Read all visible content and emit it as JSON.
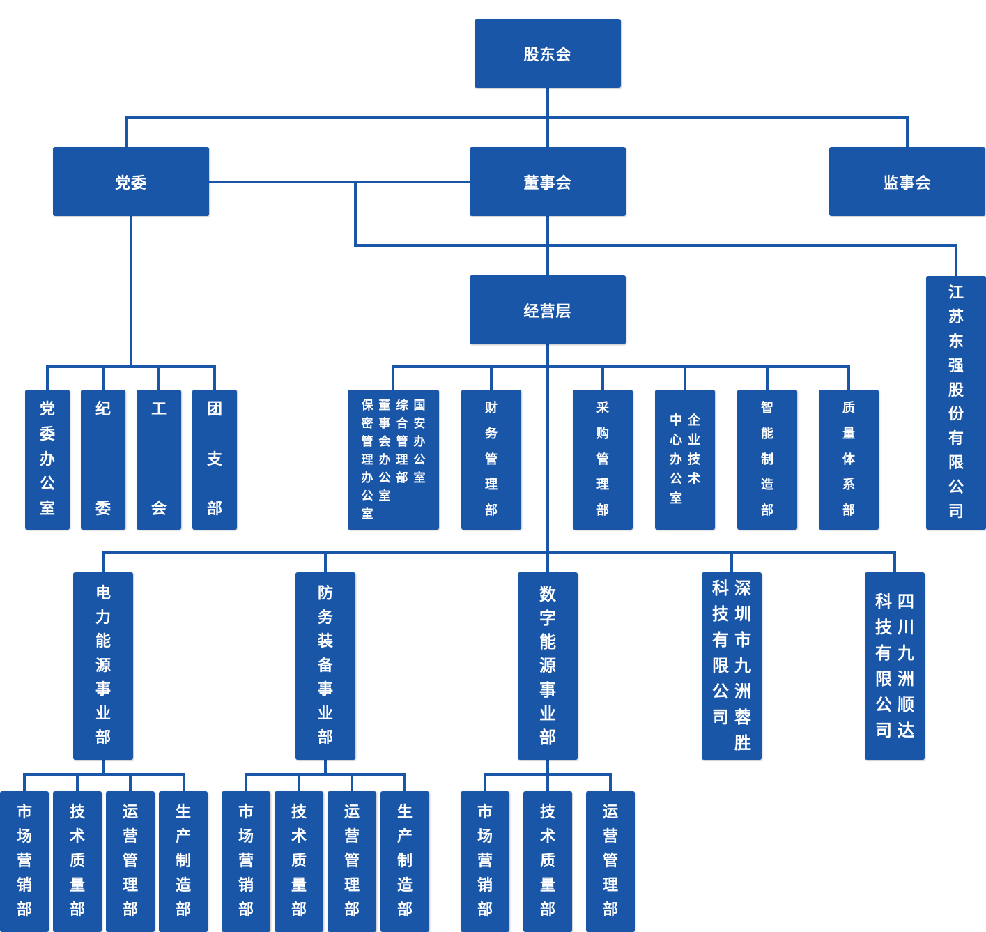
{
  "colors": {
    "box": "#1a56a8",
    "line": "#1a56a8",
    "text": "#ffffff"
  },
  "top": {
    "shareholders": "股东会"
  },
  "second": {
    "party": "党委",
    "board": "董事会",
    "supervisors": "监事会"
  },
  "management": "经营层",
  "subsidiary_jiangsu": "江苏东强股份有限公司",
  "party_units": [
    "党委办公室",
    "纪委",
    "工会",
    "团支部"
  ],
  "function_depts": {
    "combined": [
      "国安办公室",
      "综合管理部",
      "董事会办公室",
      "保密管理办公室"
    ],
    "finance": "财务管理部",
    "procurement": "采购管理部",
    "tech_center": [
      "企业技术",
      "中心办公室"
    ],
    "smart_mfg": "智能制造部",
    "quality": "质量体系部"
  },
  "divisions": [
    "电力能源事业部",
    "防务装备事业部",
    "数字能源事业部"
  ],
  "companies": {
    "shenzhen": [
      "深圳市九洲蓉胜",
      "科技有限公司"
    ],
    "sichuan": [
      "四川九洲顺达",
      "科技有限公司"
    ]
  },
  "sub_depts": {
    "power": [
      "市场营销部",
      "技术质量部",
      "运营管理部",
      "生产制造部"
    ],
    "defense": [
      "市场营销部",
      "技术质量部",
      "运营管理部",
      "生产制造部"
    ],
    "digital": [
      "市场营销部",
      "技术质量部",
      "运营管理部"
    ]
  }
}
